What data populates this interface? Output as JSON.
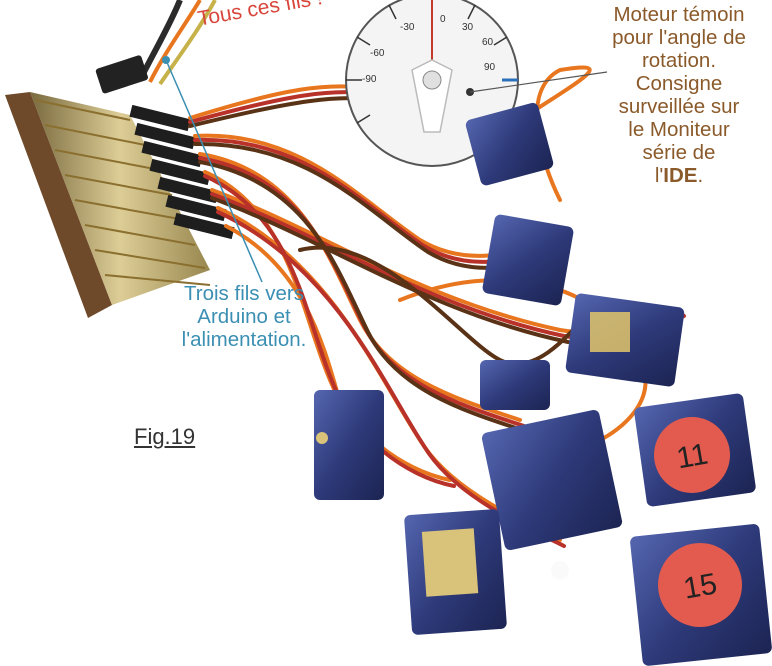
{
  "labels": {
    "tous_ces_fils": "Tous ces fils !",
    "moteur_lines": [
      "Moteur témoin",
      "pour l'angle de",
      "rotation.",
      "Consigne",
      "surveillée sur",
      "le Moniteur",
      "série de"
    ],
    "moteur_last_prefix": "l'",
    "moteur_last_bold": "IDE",
    "moteur_last_suffix": ".",
    "trois_lines": [
      "Trois fils vers",
      "Arduino et",
      "l'alimentation."
    ],
    "figure": "Fig.19"
  },
  "dial": {
    "ticks": [
      "-30",
      "0",
      "30",
      "60",
      "90",
      "-60",
      "-90"
    ]
  },
  "servo_numbers": [
    "11",
    "15"
  ],
  "colors": {
    "red_label": "#d8453b",
    "brown_label": "#8b5a2b",
    "blue_label": "#3b8fb3",
    "servo_body": "#3a4a8c",
    "wire_orange": "#e8761f",
    "wire_red": "#b8322a",
    "wire_brown": "#5a3216"
  }
}
